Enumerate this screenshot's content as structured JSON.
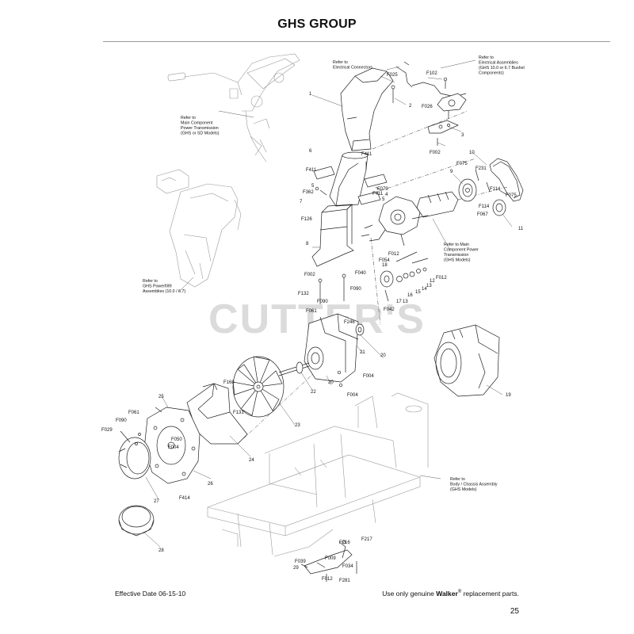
{
  "page": {
    "title": "GHS GROUP",
    "watermark": "CUTTER'S",
    "effective_date": "Effective Date 06-15-10",
    "footer_pre": "Use only genuine ",
    "footer_brand": "Walker",
    "footer_reg": "®",
    "footer_post": " replacement parts.",
    "page_number": "25"
  },
  "references": [
    {
      "id": "ref-electrical-connectors",
      "lines": [
        "Refer to",
        "Electrical Connectors"
      ]
    },
    {
      "id": "ref-electrical-assemblies",
      "lines": [
        "Refer to",
        "Electrical Assemblies",
        "(GHS 10.0 or 6.7 Bushel",
        "Components)"
      ]
    },
    {
      "id": "ref-main-component-left",
      "lines": [
        "Refer to",
        "Main Component",
        "Power Transmission",
        "(GHS or SD Models)"
      ]
    },
    {
      "id": "ref-main-component-right",
      "lines": [
        "Refer to Main",
        "Component Power",
        "Transmission",
        "(GHS Models)"
      ]
    },
    {
      "id": "ref-ghs-powerfill",
      "lines": [
        "Refer to",
        "GHS Powerfill®",
        "Assemblies (10.0 / 6.7)"
      ]
    },
    {
      "id": "ref-body-chassis",
      "lines": [
        "Refer to",
        "Body / Chassis Assembly",
        "(GHS Models)"
      ]
    }
  ],
  "callouts": [
    "1",
    "2",
    "3",
    "4",
    "5",
    "5",
    "6",
    "7",
    "8",
    "9",
    "10",
    "11",
    "12",
    "13",
    "13",
    "14",
    "15",
    "16",
    "17",
    "18",
    "19",
    "20",
    "20",
    "21",
    "22",
    "23",
    "24",
    "25",
    "26",
    "27",
    "28",
    "29",
    "F025",
    "F102",
    "F026",
    "F002",
    "F411",
    "F411",
    "F411",
    "F075",
    "F231",
    "F114",
    "F075",
    "F114",
    "F067",
    "F079",
    "F362",
    "F126",
    "F002",
    "F012",
    "F054",
    "F012",
    "F040",
    "F090",
    "F132",
    "F090",
    "F061",
    "F246",
    "F042",
    "F004",
    "F004",
    "F168",
    "F131",
    "F061",
    "F090",
    "F029",
    "F050",
    "F004",
    "F414",
    "F217",
    "F216",
    "F009",
    "F039",
    "F034",
    "F012",
    "F281"
  ]
}
